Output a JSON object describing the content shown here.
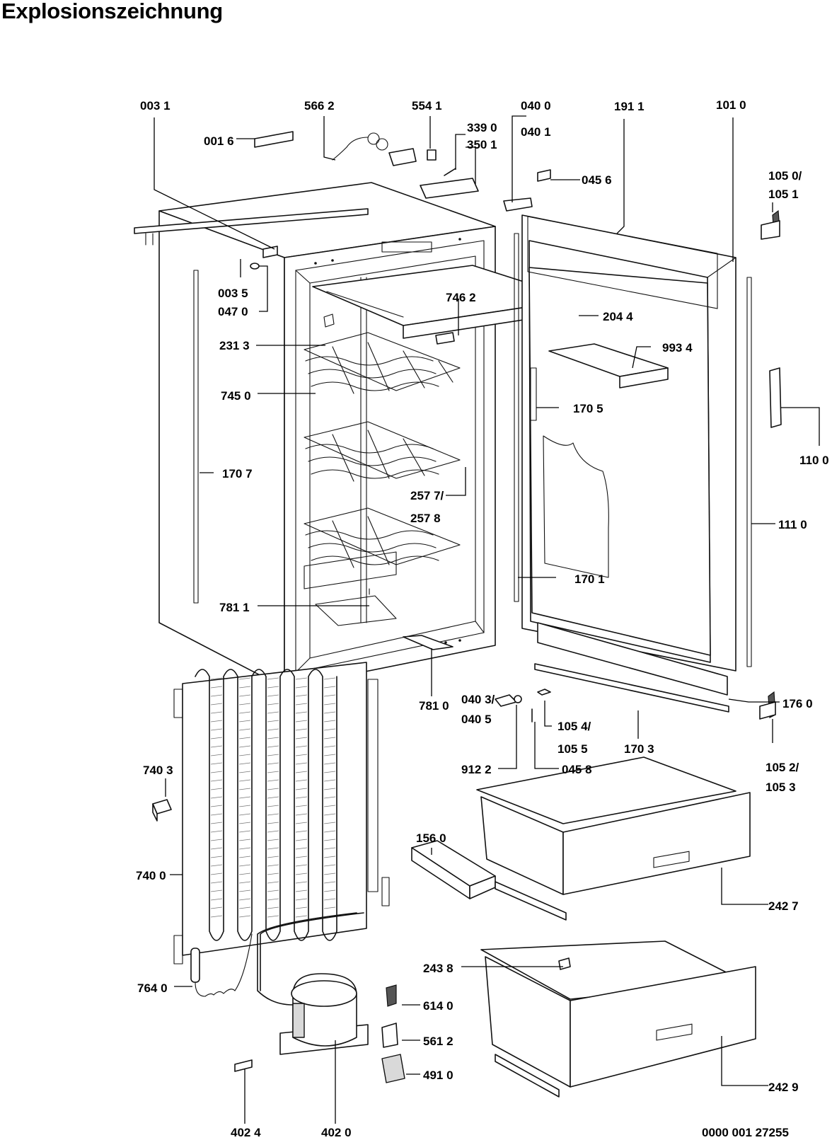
{
  "title": "Explosionszeichnung",
  "drawing_number": "0000 001 27255",
  "labels": {
    "l0031": "003 1",
    "l0016": "001 6",
    "l5662": "566 2",
    "l5541": "554 1",
    "l3390": "339 0",
    "l3501": "350 1",
    "l0400": "040 0",
    "l0401": "040 1",
    "l0456": "045 6",
    "l1911": "191 1",
    "l1010": "101 0",
    "l1050": "105 0/",
    "l1051": "105 1",
    "l0035": "003 5",
    "l0470": "047 0",
    "l7462": "746 2",
    "l2044": "204 4",
    "l2313": "231 3",
    "l9934": "993 4",
    "l7450": "745 0",
    "l1705": "170 5",
    "l1100": "110 0",
    "l1707": "170 7",
    "l2577": "257 7/",
    "l2578": "257 8",
    "l1110": "111 0",
    "l1701": "170 1",
    "l7811": "781 1",
    "l7810": "781 0",
    "l0403": "040 3/",
    "l0405": "040 5",
    "l1760": "176 0",
    "l1054": "105 4/",
    "l1055": "105 5",
    "l1703": "170 3",
    "l1052": "105 2/",
    "l1053": "105 3",
    "l9122": "912 2",
    "l0458": "045 8",
    "l7403": "740 3",
    "l1560": "156 0",
    "l7400": "740 0",
    "l2427": "242 7",
    "l2438": "243 8",
    "l7640": "764 0",
    "l6140": "614 0",
    "l5612": "561 2",
    "l4910": "491 0",
    "l2429": "242 9",
    "l4024": "402 4",
    "l4020": "402 0"
  }
}
